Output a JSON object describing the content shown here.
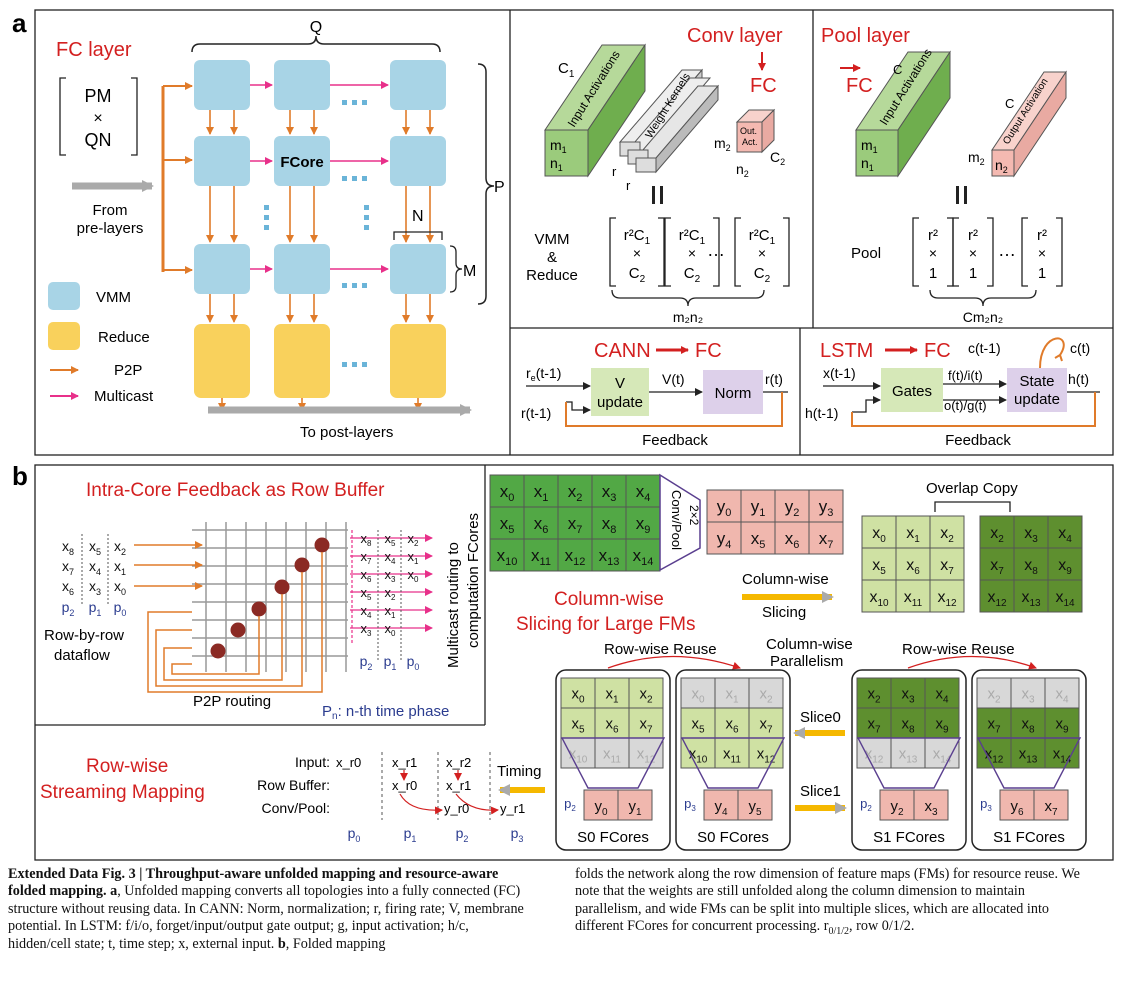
{
  "panel_a": {
    "label": "a",
    "fc": {
      "title": "FC layer",
      "pm": "PM",
      "times": "×",
      "qn": "QN",
      "from": "From",
      "pre_layers": "pre-layers",
      "q": "Q",
      "p": "P",
      "n": "N",
      "m": "M",
      "fcore": "FCore",
      "legend": {
        "vmm": "VMM",
        "reduce": "Reduce",
        "p2p": "P2P",
        "multicast": "Multicast"
      },
      "to_post": "To post-layers"
    },
    "conv": {
      "title": "Conv layer",
      "fc": "FC",
      "c1": "C",
      "c1_sub": "1",
      "input_act": "Input Activations",
      "weight_kernels": "Weight Kernels",
      "out_act1": "Out.",
      "out_act2": "Act.",
      "m1": "m",
      "m1_sub": "1",
      "n1": "n",
      "n1_sub": "1",
      "m2": "m",
      "m2_sub": "2",
      "n2": "n",
      "n2_sub": "2",
      "c2": "C",
      "c2_sub": "2",
      "r": "r",
      "vmm": "VMM",
      "amp": "&",
      "reduce": "Reduce",
      "mat_top": "r²C",
      "mat_top_sub": "1",
      "mat_mid": "×",
      "mat_bot": "C",
      "mat_bot_sub": "2",
      "dots": "…",
      "brace": "m₂n₂"
    },
    "pool": {
      "title": "Pool layer",
      "fc": "FC",
      "c": "C",
      "input_act": "Input Activations",
      "out_act": "Output Activation",
      "m1": "m",
      "m1_sub": "1",
      "n1": "n",
      "n1_sub": "1",
      "m2": "m",
      "m2_sub": "2",
      "n2": "n",
      "n2_sub": "2",
      "label": "Pool",
      "mat_top": "r²",
      "mat_mid": "×",
      "mat_bot": "1",
      "dots": "…",
      "brace": "Cm₂n₂"
    },
    "cann": {
      "title": "CANN",
      "fc": "FC",
      "re": "r",
      "re_sub": "e",
      "re_t": "(t-1)",
      "r_in": "r(t-1)",
      "v_update1": "V",
      "v_update2": "update",
      "vt": "V(t)",
      "norm": "Norm",
      "rt": "r(t)",
      "feedback": "Feedback"
    },
    "lstm": {
      "title": "LSTM",
      "fc": "FC",
      "x_in": "x(t-1)",
      "h_in": "h(t-1)",
      "gates": "Gates",
      "fi": "f(t)/i(t)",
      "og": "o(t)/g(t)",
      "state1": "State",
      "state2": "update",
      "c_prev": "c(t-1)",
      "ct": "c(t)",
      "ht": "h(t)",
      "feedback": "Feedback"
    }
  },
  "panel_b": {
    "label": "b",
    "intra": {
      "title": "Intra-Core Feedback as Row Buffer",
      "row_by_row1": "Row-by-row",
      "row_by_row2": "dataflow",
      "p2p_routing": "P2P routing",
      "pn_note": "P",
      "pn_sub": "n",
      "pn_rest": ": n-th time phase",
      "multicast1": "Multicast routing to",
      "multicast2": "computation FCores",
      "left_rows": [
        [
          "x8",
          "x5",
          "x2"
        ],
        [
          "x7",
          "x4",
          "x1"
        ],
        [
          "x6",
          "x3",
          "x0"
        ]
      ],
      "left_phase": [
        "p2",
        "p1",
        "p0"
      ],
      "right_rows": [
        [
          "x8",
          "x5",
          "x2"
        ],
        [
          "x7",
          "x4",
          "x1"
        ],
        [
          "x6",
          "x3",
          "x0"
        ],
        [
          "x5",
          "x2",
          ""
        ],
        [
          "x4",
          "x1",
          ""
        ],
        [
          "x3",
          "x0",
          ""
        ]
      ],
      "right_phase": [
        "p2",
        "p1",
        "p0"
      ]
    },
    "slicing": {
      "grid": [
        [
          "x0",
          "x1",
          "x2",
          "x3",
          "x4"
        ],
        [
          "x5",
          "x6",
          "x7",
          "x8",
          "x9"
        ],
        [
          "x10",
          "x11",
          "x12",
          "x13",
          "x14"
        ]
      ],
      "conv_pool1": "2×2",
      "conv_pool2": "Conv/Pool",
      "out_grid": [
        [
          "y0",
          "y1",
          "y2",
          "y3"
        ],
        [
          "y4",
          "x5",
          "x6",
          "x7"
        ]
      ],
      "overlap": "Overlap Copy",
      "col_wise": "Column-wise",
      "slicing": "Slicing",
      "title1": "Column-wise",
      "title2": "Slicing for Large FMs",
      "slice_left": [
        [
          "x0",
          "x1",
          "x2"
        ],
        [
          "x5",
          "x6",
          "x7"
        ],
        [
          "x10",
          "x11",
          "x12"
        ]
      ],
      "slice_right": [
        [
          "x2",
          "x3",
          "x4"
        ],
        [
          "x7",
          "x8",
          "x9"
        ],
        [
          "x12",
          "x13",
          "x14"
        ]
      ]
    },
    "streaming": {
      "title1": "Row-wise",
      "title2": "Streaming Mapping",
      "input": "Input:",
      "row_buffer": "Row Buffer:",
      "conv_pool": "Conv/Pool:",
      "timing": "Timing",
      "x_r0": "x_r0",
      "x_r1": "x_r1",
      "x_r2": "x_r2",
      "y_r0": "y_r0",
      "y_r1": "y_r1",
      "phases": [
        "p0",
        "p1",
        "p2",
        "p3"
      ]
    },
    "fcores": {
      "row_reuse": "Row-wise Reuse",
      "col_par1": "Column-wise",
      "col_par2": "Parallelism",
      "slice0": "Slice0",
      "slice1": "Slice1",
      "box1": {
        "grid": [
          [
            "x0",
            "x1",
            "x2"
          ],
          [
            "x5",
            "x6",
            "x7"
          ],
          [
            "x10",
            "x11",
            "x12"
          ]
        ],
        "phase": "p2",
        "out": [
          "y0",
          "y1"
        ],
        "label": "S0 FCores"
      },
      "box2": {
        "grid": [
          [
            "x0",
            "x1",
            "x2"
          ],
          [
            "x5",
            "x6",
            "x7"
          ],
          [
            "x10",
            "x11",
            "x12"
          ]
        ],
        "phase": "p3",
        "out": [
          "y4",
          "y5"
        ],
        "label": "S0 FCores"
      },
      "box3": {
        "grid": [
          [
            "x2",
            "x3",
            "x4"
          ],
          [
            "x7",
            "x8",
            "x9"
          ],
          [
            "x12",
            "x13",
            "x14"
          ]
        ],
        "phase": "p2",
        "out": [
          "y2",
          "x3"
        ],
        "label": "S1 FCores"
      },
      "box4": {
        "grid": [
          [
            "x2",
            "x3",
            "x4"
          ],
          [
            "x7",
            "x8",
            "x9"
          ],
          [
            "x12",
            "x13",
            "x14"
          ]
        ],
        "phase": "p3",
        "out": [
          "y6",
          "x7"
        ],
        "label": "S1 FCores"
      }
    }
  },
  "caption": {
    "left_bold": "Extended Data Fig. 3 | Throughput-aware unfolded mapping and resource-aware folded mapping.",
    "left_a": "a",
    "left_text1": ", Unfolded mapping converts all topologies into a fully connected (FC) structure without reusing data. In CANN: Norm, normalization; r, firing rate; V, membrane potential. In LSTM: f/i/o, forget/input/output gate output; g, input activation; h/c, hidden/cell state; t, time step; x, external input.",
    "left_b": "b",
    "left_text2": ", Folded mapping",
    "right_text": "folds the network along the row dimension of feature maps (FMs) for resource reuse. We note that the weights are still unfolded along the column dimension to maintain parallelism, and wide FMs can be split into multiple slices, which are allocated into different FCores for concurrent processing. r",
    "right_sub": "0/1/2",
    "right_end": ", row 0/1/2."
  }
}
